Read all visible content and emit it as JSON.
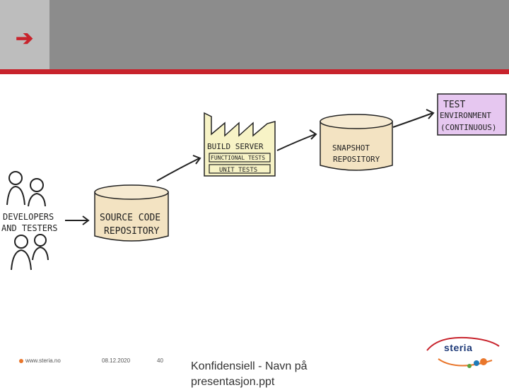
{
  "diagram": {
    "developers_label_1": "DEVELOPERS",
    "developers_label_2": "AND TESTERS",
    "source_repo_1": "SOURCE CODE",
    "source_repo_2": "REPOSITORY",
    "build_server": "BUILD SERVER",
    "functional_tests": "FUNCTIONAL TESTS",
    "unit_tests": "UNIT TESTS",
    "snapshot_repo_1": "SNAPSHOT",
    "snapshot_repo_2": "REPOSITORY",
    "test_env_1": "TEST",
    "test_env_2": "ENVIRONMENT",
    "test_env_3": "(CONTINUOUS)"
  },
  "footer": {
    "website": "www.steria.no",
    "date": "08.12.2020",
    "page": "40",
    "confidential": "Konfidensiell - Navn på presentasjon.ppt",
    "logo": "steria"
  },
  "colors": {
    "accent_red": "#c8232c",
    "header_gray": "#8c8c8c",
    "repo_fill": "#f3e3c2",
    "test_env_fill": "#e6c7f0",
    "build_fill": "#f7f3c6"
  }
}
